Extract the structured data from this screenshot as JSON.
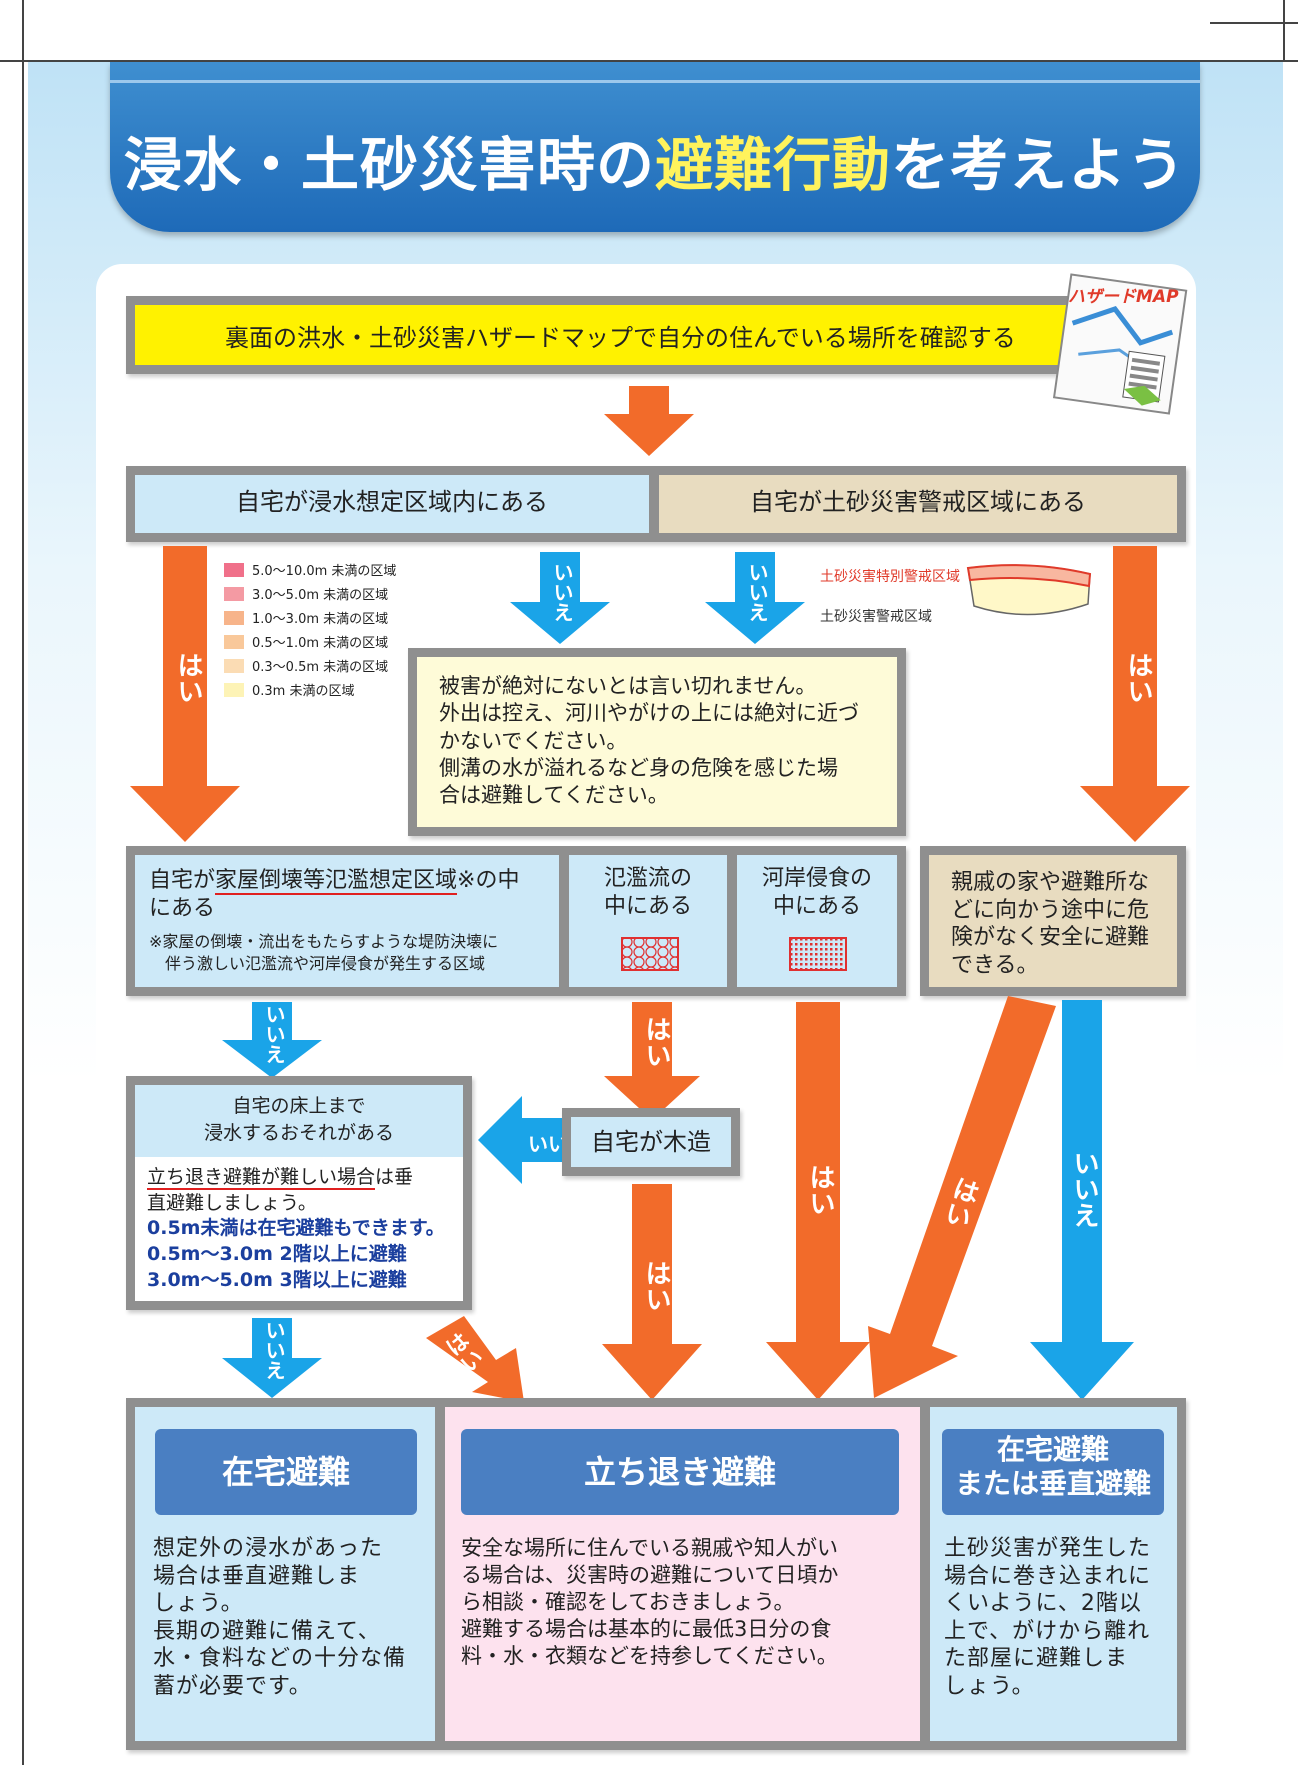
{
  "title": {
    "part1": "浸水・土砂災害時の",
    "highlight": "避難行動",
    "part2": "を考えよう"
  },
  "step1": "裏面の洪水・土砂災害ハザードマップで自分の住んでいる場所を確認する",
  "map_label": "ハザードMAP",
  "flood_zone": "自宅が浸水想定区域内にある",
  "landslide_zone": "自宅が土砂災害警戒区域にある",
  "legend": [
    {
      "label": "5.0～10.0m 未満の区域",
      "color": "#f0708a"
    },
    {
      "label": "3.0～5.0m 未満の区域",
      "color": "#f49aa3"
    },
    {
      "label": "1.0～3.0m 未満の区域",
      "color": "#f7b48a"
    },
    {
      "label": "0.5～1.0m 未満の区域",
      "color": "#f9c89a"
    },
    {
      "label": "0.3～0.5m 未満の区域",
      "color": "#fbdcb4"
    },
    {
      "label": "0.3m 未満の区域",
      "color": "#fdf3b6"
    }
  ],
  "landslide_legend": {
    "special": "土砂災害特別警戒区域",
    "normal": "土砂災害警戒区域"
  },
  "labels": {
    "yes": "はい",
    "no": "いいえ"
  },
  "no_box": [
    "被害が絶対にないとは言い切れません。",
    "外出は控え、河川やがけの上には絶対に近づ",
    "かないでください。",
    "側溝の水が溢れるなど身の危険を感じた場",
    "合は避難してください。"
  ],
  "house_collapse": {
    "line1a": "自宅が",
    "line1b": "家屋倒壊等氾濫想定区域",
    "line1c": "※の中",
    "line2": "にある",
    "note1": "※家屋の倒壊・流出をもたらすような堤防決壊に",
    "note2": "伴う激しい氾濫流や河岸侵食が発生する区域"
  },
  "flood_flow": [
    "氾濫流の",
    "中にある"
  ],
  "erosion": [
    "河岸侵食の",
    "中にある"
  ],
  "relative_box": [
    "親戚の家や避難所な",
    "どに向かう途中に危",
    "険がなく安全に避難",
    "できる。"
  ],
  "floor_box": {
    "head1": "自宅の床上まで",
    "head2": "浸水するおそれがある",
    "body1a": "立ち退き避難が難しい場合",
    "body1b": "は垂",
    "body2": "直避難しましょう。",
    "blue1": "0.5m未満は在宅避難もできます。",
    "blue2": "0.5m～3.0m 2階以上に避難",
    "blue3": "3.0m～5.0m 3階以上に避難"
  },
  "wooden": "自宅が木造",
  "results": {
    "stay": {
      "head": "在宅避難",
      "body": [
        "想定外の浸水があった",
        "場合は垂直避難しま",
        "しょう。",
        "長期の避難に備えて、",
        "水・食料などの十分な備",
        "蓄が必要です。"
      ]
    },
    "evac": {
      "head": "立ち退き避難",
      "body": [
        "安全な場所に住んでいる親戚や知人がい",
        "る場合は、災害時の避難について日頃か",
        "ら相談・確認をしておきましょう。",
        "避難する場合は基本的に最低3日分の食",
        "料・水・衣類などを持参してください。"
      ]
    },
    "vert": {
      "head1": "在宅避難",
      "head2": "または垂直避難",
      "body": [
        "土砂災害が発生した",
        "場合に巻き込まれに",
        "くいように、2階以",
        "上で、がけから離れ",
        "た部屋に避難しま",
        "しょう。"
      ]
    }
  }
}
